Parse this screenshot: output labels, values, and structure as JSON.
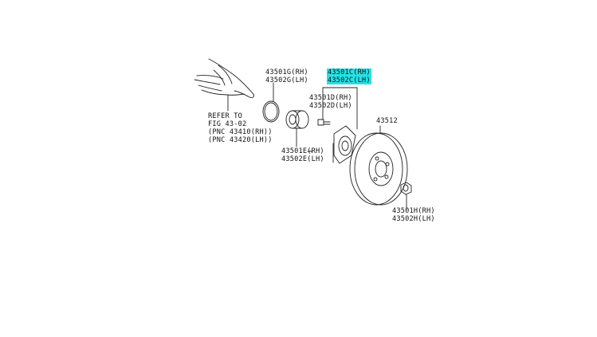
{
  "colors": {
    "highlight": "#23e2e6",
    "line": "#222222",
    "background": "#ffffff"
  },
  "icons": [
    "hand-pointer-icon",
    "snap-ring-icon",
    "bearing-icon",
    "hub-bolt-icon",
    "axle-hub-icon",
    "disc-rotor-icon",
    "hub-nut-icon"
  ],
  "callouts": {
    "refer": {
      "line1": "REFER TO",
      "line2": "FIG 43-02",
      "line3": "(PNC 43410(RH))",
      "line4": "(PNC 43420(LH))"
    },
    "snap_ring": {
      "rh": "43501G(RH)",
      "lh": "43502G(LH)"
    },
    "hub_selected": {
      "rh": "43501C(RH)",
      "lh": "43502C(LH)"
    },
    "hub_bolt": {
      "rh": "43501D(RH)",
      "lh": "43502D(LH)"
    },
    "rotor": {
      "part": "43512"
    },
    "bearing": {
      "rh": "43501E(RH)",
      "lh": "43502E(LH)"
    },
    "nut": {
      "rh": "43501H(RH)",
      "lh": "43502H(LH)"
    }
  }
}
